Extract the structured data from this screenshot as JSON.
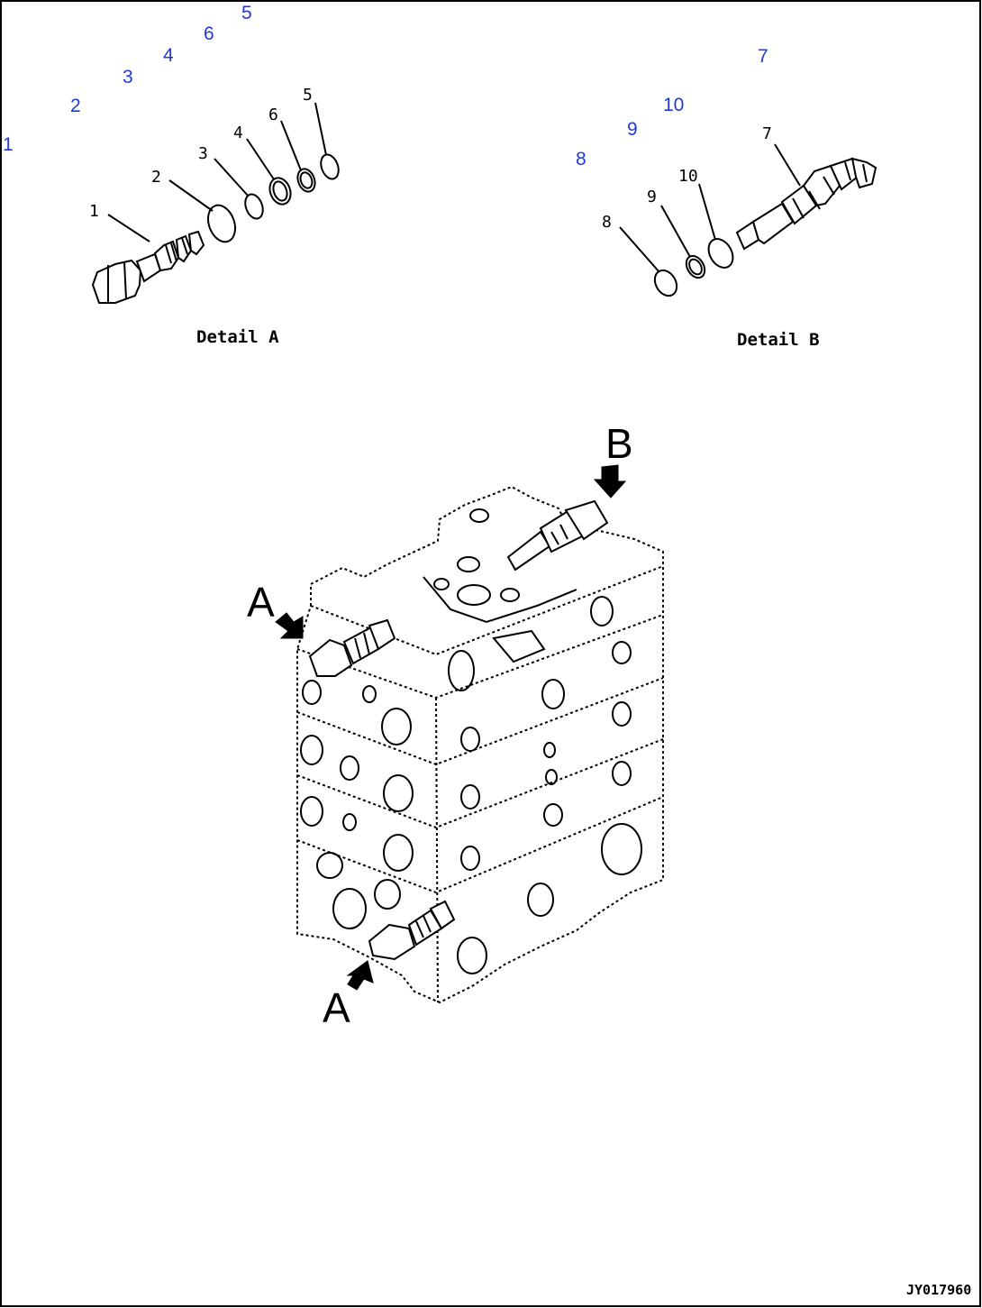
{
  "hotspots": [
    {
      "id": "1",
      "label": "1"
    },
    {
      "id": "2",
      "label": "2"
    },
    {
      "id": "3",
      "label": "3"
    },
    {
      "id": "4",
      "label": "4"
    },
    {
      "id": "6",
      "label": "6"
    },
    {
      "id": "5",
      "label": "5"
    },
    {
      "id": "7",
      "label": "7"
    },
    {
      "id": "8",
      "label": "8"
    },
    {
      "id": "9",
      "label": "9"
    },
    {
      "id": "10",
      "label": "10"
    }
  ],
  "detail_a": {
    "caption": "Detail A",
    "callouts": [
      "1",
      "2",
      "3",
      "4",
      "6",
      "5"
    ]
  },
  "detail_b": {
    "caption": "Detail B",
    "callouts": [
      "8",
      "9",
      "10",
      "7"
    ]
  },
  "assembly": {
    "view_a_label": "A",
    "view_a_label_lower": "A",
    "view_b_label": "B"
  },
  "drawing_ref": "JY017960",
  "colors": {
    "hotspot": "#1f3ad6",
    "line": "#000000",
    "frame": "#000000"
  }
}
